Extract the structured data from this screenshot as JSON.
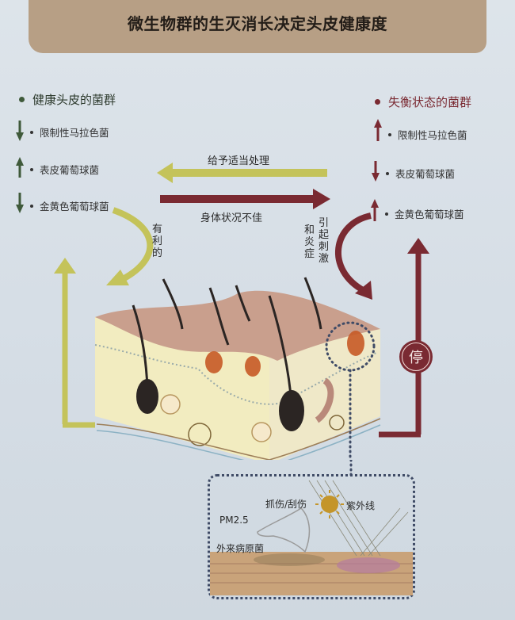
{
  "header": {
    "title": "微生物群的生灭消长决定头皮健康度"
  },
  "colors": {
    "healthy_accent": "#3f5a3a",
    "imbalanced_accent": "#7a2a32",
    "yellow_arrow": "#c4c35a",
    "maroon_arrow": "#7a2a32",
    "banner": "#b79f85",
    "background": "#d8e0e7"
  },
  "healthy_group": {
    "title": "健康头皮的菌群",
    "items": [
      {
        "label": "限制性马拉色菌",
        "trend": "down",
        "arrow_icon": "arrow-down-icon"
      },
      {
        "label": "表皮葡萄球菌",
        "trend": "up",
        "arrow_icon": "arrow-up-icon"
      },
      {
        "label": "金黄色葡萄球菌",
        "trend": "down",
        "arrow_icon": "arrow-down-icon"
      }
    ]
  },
  "imbalanced_group": {
    "title": "失衡状态的菌群",
    "items": [
      {
        "label": "限制性马拉色菌",
        "trend": "up",
        "arrow_icon": "arrow-up-icon"
      },
      {
        "label": "表皮葡萄球菌",
        "trend": "down",
        "arrow_icon": "arrow-down-icon"
      },
      {
        "label": "金黄色葡萄球菌",
        "trend": "up",
        "arrow_icon": "arrow-up-icon"
      }
    ]
  },
  "transitions": {
    "to_healthy": "给予适当处理",
    "to_imbalanced": "身体状况不佳"
  },
  "curve_labels": {
    "beneficial": "有利的",
    "irritation_col1": "引起刺激",
    "irritation_col2": "和炎症"
  },
  "stop_badge": {
    "label": "停"
  },
  "inset": {
    "uv": "紫外线",
    "scratch": "抓伤/刮伤",
    "pm25": "PM2.5",
    "pathogen": "外来病原菌"
  }
}
